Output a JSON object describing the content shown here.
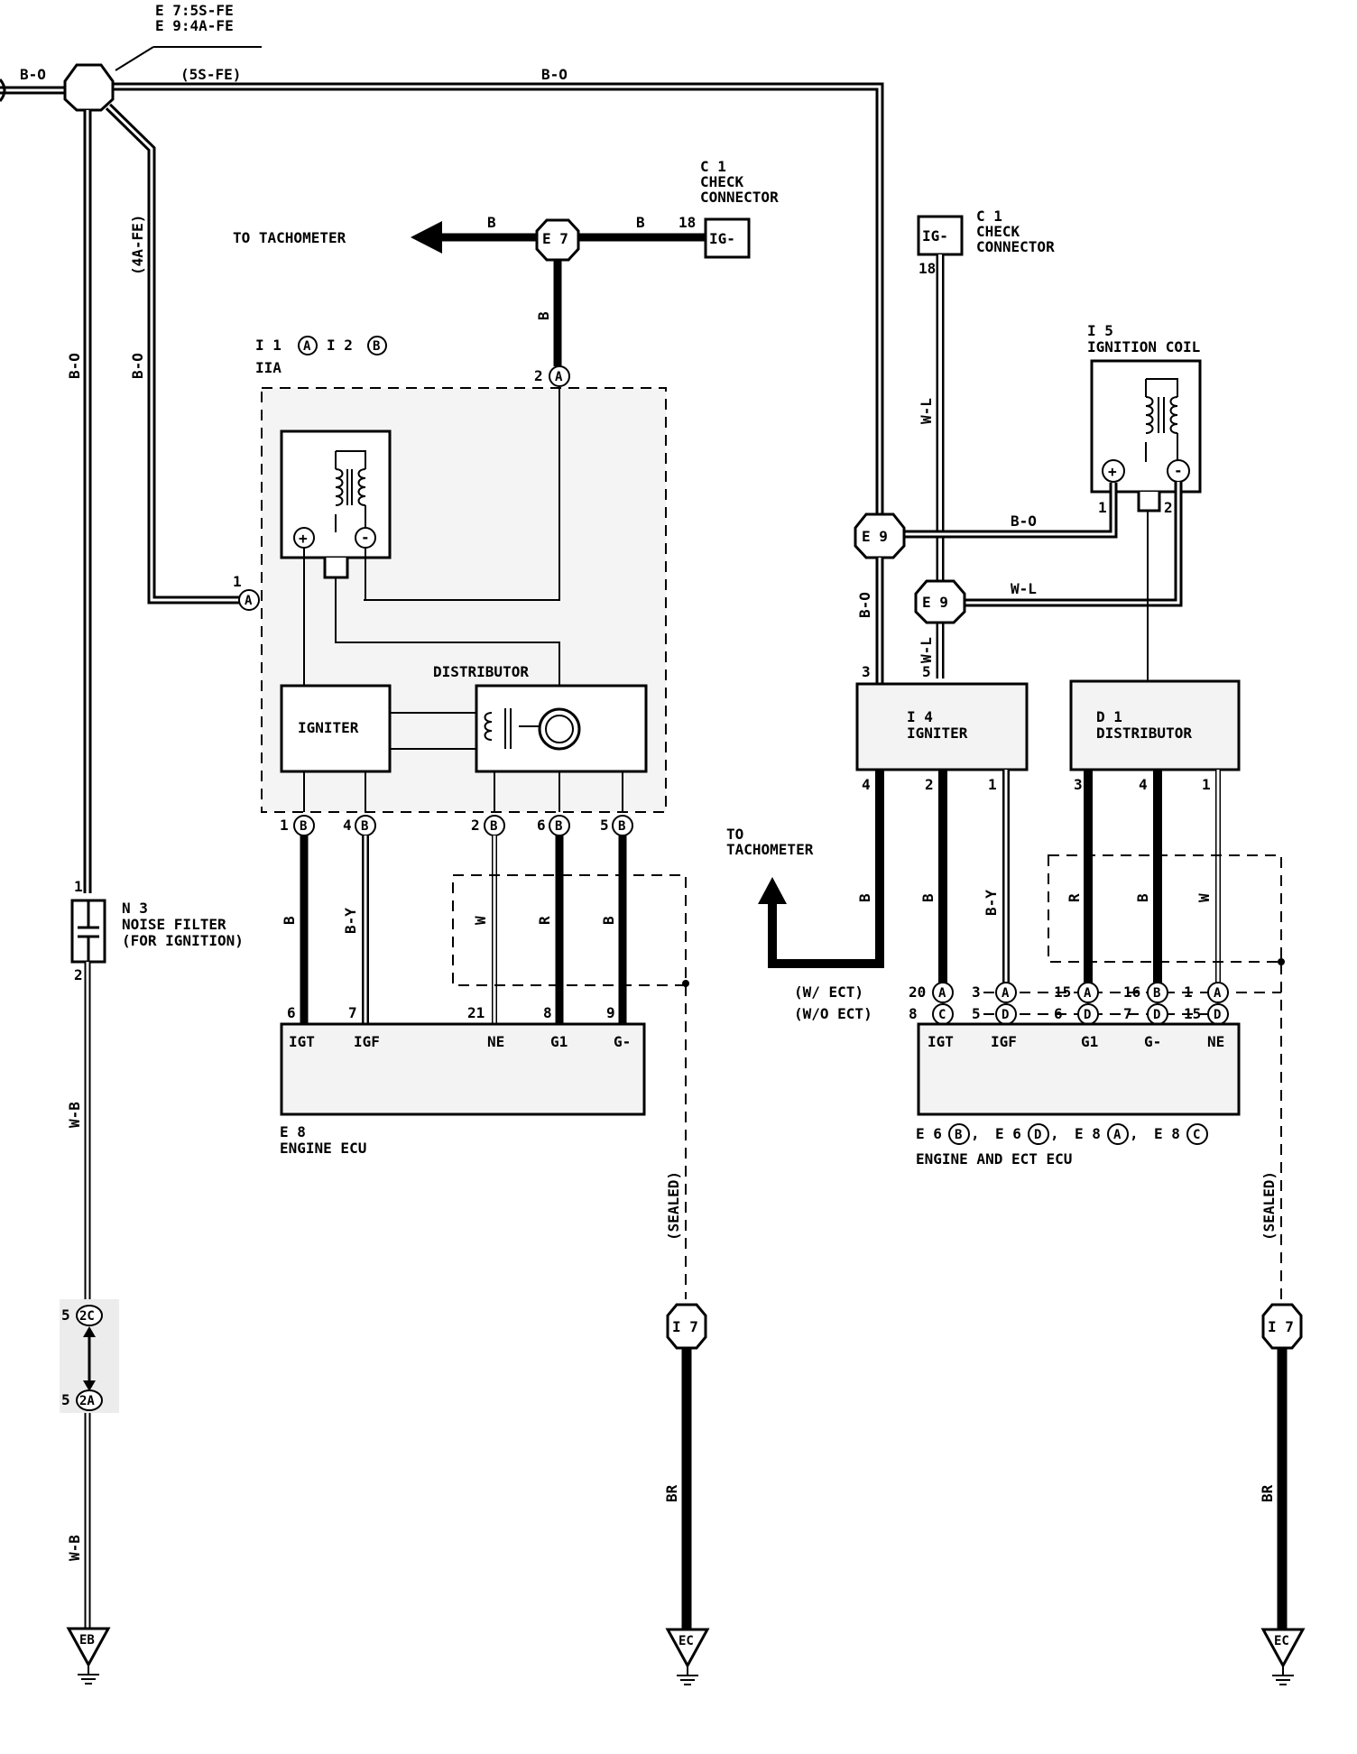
{
  "header": {
    "splice_ids": [
      "E 7:5S-FE",
      "E 9:4A-FE"
    ]
  },
  "wire_colors": {
    "b_o": "B-O",
    "b": "B",
    "w_l": "W-L",
    "w_b": "W-B",
    "b_y": "B-Y",
    "w": "W",
    "r": "R",
    "br": "BR"
  },
  "variants": {
    "five_s": "(5S-FE)",
    "four_a": "(4A-FE)"
  },
  "left": {
    "to_tachometer": "TO TACHOMETER",
    "splice_e7": "E 7",
    "check_connector": {
      "id": "C 1",
      "line1": "CHECK",
      "line2": "CONNECTOR",
      "terminal": "IG-",
      "pin": "18"
    },
    "iia_ref": "I 1",
    "iia_ref_a": "A",
    "iia_ref2": "I 2",
    "iia_ref_b": "B",
    "iia_label": "IIA",
    "distributor_label": "DISTRIBUTOR",
    "igniter_label": "IGNITER",
    "pins_top": [
      "2",
      "1"
    ],
    "pin_a": "A",
    "pin_b": "B",
    "pins_bottom": [
      "1",
      "4",
      "2",
      "6",
      "5"
    ],
    "ecu": {
      "id": "E 8",
      "name": "ENGINE ECU",
      "pins": [
        "6",
        "7",
        "21",
        "8",
        "9"
      ],
      "terminals": [
        "IGT",
        "IGF",
        "NE",
        "G1",
        "G-"
      ]
    },
    "noise_filter": {
      "id": "N 3",
      "line1": "NOISE FILTER",
      "line2": "(FOR IGNITION)",
      "pin_top": "1",
      "pin_bottom": "2"
    },
    "connectors": [
      {
        "pin": "5",
        "code": "2C"
      },
      {
        "pin": "5",
        "code": "2A"
      }
    ],
    "sealed": "(SEALED)",
    "splice_i7": "I 7",
    "ground_eb": "EB",
    "ground_ec": "EC"
  },
  "right": {
    "check_connector": {
      "id": "C 1",
      "line1": "CHECK",
      "line2": "CONNECTOR",
      "terminal": "IG-",
      "pin": "18"
    },
    "coil": {
      "id": "I 5",
      "name": "IGNITION COIL",
      "pin1": "1",
      "pin2": "2"
    },
    "splice_e9": "E 9",
    "igniter": {
      "id": "I 4",
      "name": "IGNITER",
      "pins_top": [
        "3",
        "5"
      ],
      "pins_bottom": [
        "4",
        "2",
        "1"
      ]
    },
    "distributor": {
      "id": "D 1",
      "name": "DISTRIBUTOR",
      "pins": [
        "3",
        "4",
        "1"
      ]
    },
    "to_tachometer_1": "TO",
    "to_tachometer_2": "TACHOMETER",
    "with_ect": "(W/ ECT)",
    "without_ect": "(W/O ECT)",
    "with_ect_pins": [
      "20",
      "3",
      "15",
      "16",
      "1"
    ],
    "with_ect_codes": [
      "A",
      "A",
      "A",
      "B",
      "A"
    ],
    "without_ect_pins": [
      "8",
      "5",
      "6",
      "7",
      "15"
    ],
    "without_ect_codes": [
      "C",
      "D",
      "D",
      "D",
      "D"
    ],
    "ecu": {
      "terminals": [
        "IGT",
        "IGF",
        "G1",
        "G-",
        "NE"
      ],
      "ids": [
        "E 6",
        "E 6",
        "E 8",
        "E 8"
      ],
      "codes": [
        "B",
        "D",
        "A",
        "C"
      ],
      "name": "ENGINE AND ECT ECU"
    },
    "sealed": "(SEALED)",
    "splice_i7": "I 7",
    "ground_ec": "EC"
  }
}
